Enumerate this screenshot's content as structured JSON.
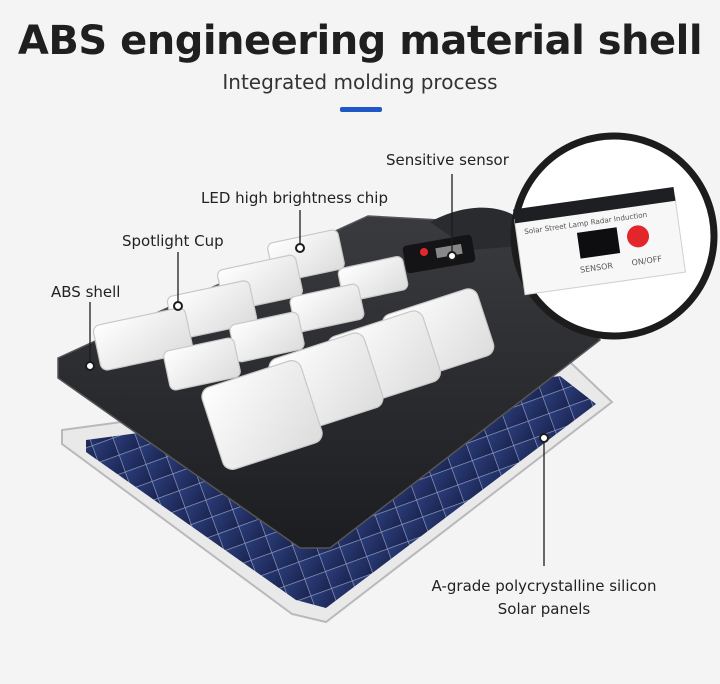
{
  "header": {
    "title": "ABS engineering material shell",
    "subtitle": "Integrated molding process"
  },
  "callouts": {
    "sensitive_sensor": "Sensitive sensor",
    "led_chip": "LED high brightness chip",
    "spotlight_cup": "Spotlight Cup",
    "abs_shell": "ABS shell",
    "solar_line1": "A-grade polycrystalline silicon",
    "solar_line2": "Solar panels"
  },
  "zoom_panel": {
    "caption": "Solar Street Lamp Radar Induction",
    "sensor_label": "SENSOR",
    "switch_label": "ON/OFF"
  },
  "colors": {
    "accent": "#1f57c8",
    "shell": "#2a2b2e",
    "switch": "#e3262c"
  }
}
